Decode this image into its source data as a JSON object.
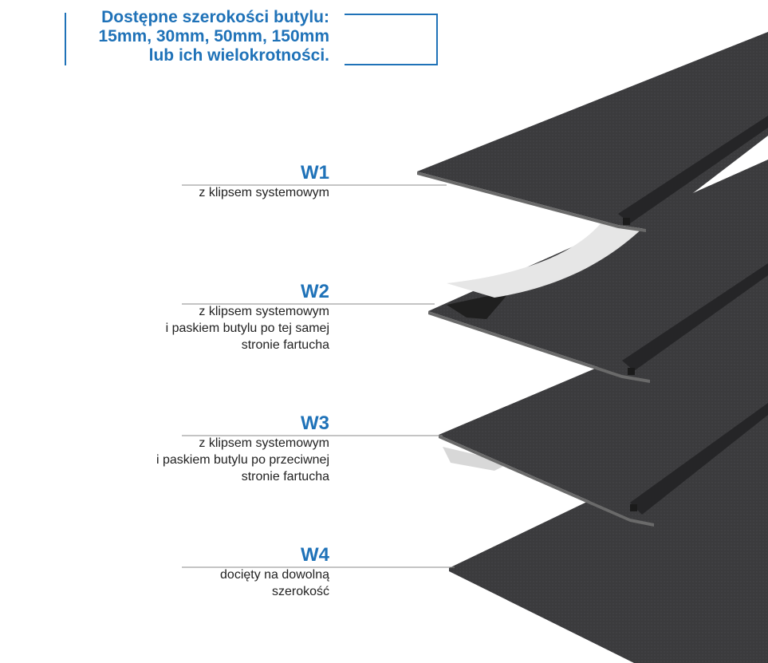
{
  "header": {
    "lines": [
      "Dostępne szerokości butylu:",
      "15mm, 30mm, 50mm, 150mm",
      "lub ich wielokrotności."
    ]
  },
  "variants": [
    {
      "code": "W1",
      "desc": [
        "z klipsem systemowym"
      ]
    },
    {
      "code": "W2",
      "desc": [
        "z klipsem systemowym",
        "i paskiem butylu po tej samej",
        "stronie fartucha"
      ]
    },
    {
      "code": "W3",
      "desc": [
        "z klipsem systemowym",
        "i paskiem butylu po przeciwnej",
        "stronie fartucha"
      ]
    },
    {
      "code": "W4",
      "desc": [
        "docięty na dowolną",
        "szerokość"
      ]
    }
  ],
  "colors": {
    "accent": "#1f72b8",
    "sheet": "#3a3a3c",
    "butyl": "#e4e4e4"
  }
}
